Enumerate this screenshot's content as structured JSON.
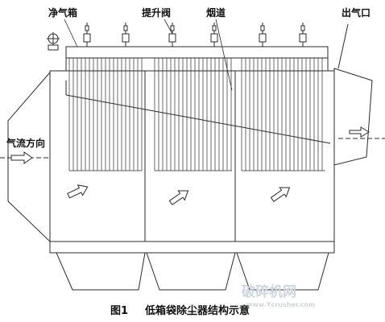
{
  "labels": {
    "clean_gas_box": "净气箱",
    "poppet_valve": "提升阀",
    "flue": "烟道",
    "gas_outlet": "出气口",
    "gas_flow_direction": "气流方向"
  },
  "caption": {
    "number": "图1",
    "title": "低箱袋除尘器结构示意"
  },
  "watermark": {
    "name": "破碎机网",
    "url": "www.Ycrusher.com"
  },
  "colors": {
    "line": "#2b2b2b",
    "background": "#ffffff",
    "watermark": "#cfd6df"
  },
  "icons": {
    "valve_actuator": "valve-icon",
    "flow_arrow": "arrow-icon"
  }
}
